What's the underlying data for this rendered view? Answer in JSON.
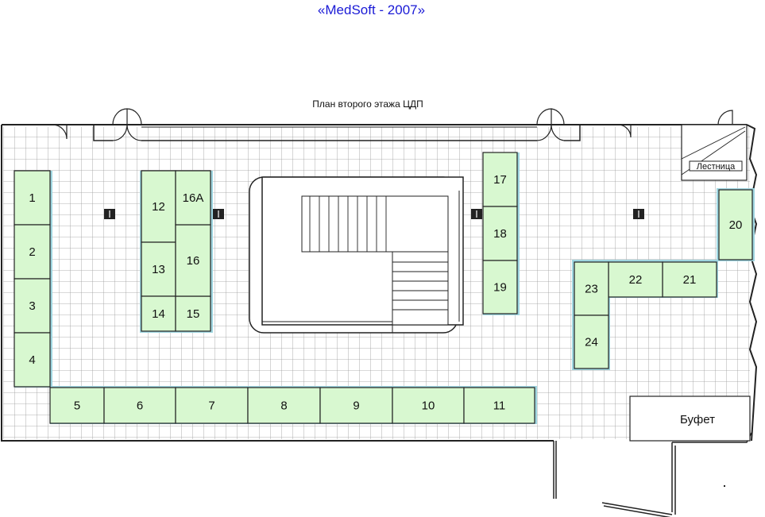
{
  "header": {
    "title": "«MedSoft - 2007»",
    "subtitle": "План второго этажа ЦДП"
  },
  "colors": {
    "title": "#1a1ad6",
    "booth_fill": "#d8f8d0",
    "booth_edge": "#9fd6e0",
    "grid": "#9a9a9a"
  },
  "booths": [
    {
      "id": "b1",
      "label": "1"
    },
    {
      "id": "b2",
      "label": "2"
    },
    {
      "id": "b3",
      "label": "3"
    },
    {
      "id": "b4",
      "label": "4"
    },
    {
      "id": "b5",
      "label": "5"
    },
    {
      "id": "b6",
      "label": "6"
    },
    {
      "id": "b7",
      "label": "7"
    },
    {
      "id": "b8",
      "label": "8"
    },
    {
      "id": "b9",
      "label": "9"
    },
    {
      "id": "b10",
      "label": "10"
    },
    {
      "id": "b11",
      "label": "11"
    },
    {
      "id": "b12",
      "label": "12"
    },
    {
      "id": "b13",
      "label": "13"
    },
    {
      "id": "b14",
      "label": "14"
    },
    {
      "id": "b15",
      "label": "15"
    },
    {
      "id": "b16",
      "label": "16"
    },
    {
      "id": "b16a",
      "label": "16А"
    },
    {
      "id": "b17",
      "label": "17"
    },
    {
      "id": "b18",
      "label": "18"
    },
    {
      "id": "b19",
      "label": "19"
    },
    {
      "id": "b20",
      "label": "20"
    },
    {
      "id": "b21",
      "label": "21"
    },
    {
      "id": "b22",
      "label": "22"
    },
    {
      "id": "b23",
      "label": "23"
    },
    {
      "id": "b24",
      "label": "24"
    }
  ],
  "rooms": {
    "buffet": "Буфет",
    "stairs": "Лестница"
  }
}
